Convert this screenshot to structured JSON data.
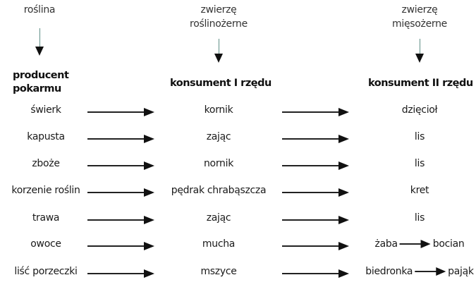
{
  "columns": [
    {
      "category": [
        "roślina"
      ],
      "level": [
        "producent",
        "pokarmu"
      ]
    },
    {
      "category": [
        "zwierzę",
        "roślinożerne"
      ],
      "level": [
        "konsument I rzędu"
      ]
    },
    {
      "category": [
        "zwierzę",
        "mięsożerne"
      ],
      "level": [
        "konsument II rzędu"
      ]
    }
  ],
  "rows": [
    {
      "producer": "świerk",
      "consumer1": "kornik",
      "consumer2": [
        "dzięcioł"
      ]
    },
    {
      "producer": "kapusta",
      "consumer1": "zając",
      "consumer2": [
        "lis"
      ]
    },
    {
      "producer": "zboże",
      "consumer1": "nornik",
      "consumer2": [
        "lis"
      ]
    },
    {
      "producer": "korzenie roślin",
      "consumer1": "pędrak chrabąszcza",
      "consumer2": [
        "kret"
      ]
    },
    {
      "producer": "trawa",
      "consumer1": "zając",
      "consumer2": [
        "lis"
      ]
    },
    {
      "producer": "owoce",
      "consumer1": "mucha",
      "consumer2": [
        "żaba",
        "bocian"
      ]
    },
    {
      "producer": "liść porzeczki",
      "consumer1": "mszyce",
      "consumer2": [
        "biedronka",
        "pająk"
      ]
    }
  ],
  "icons": {
    "down_arrow": "arrow-down-icon",
    "right_arrow": "arrow-right-icon"
  },
  "colors": {
    "vertical_shaft": "#5f8f86",
    "arrow": "#111111",
    "text": "#1a1a1a"
  }
}
